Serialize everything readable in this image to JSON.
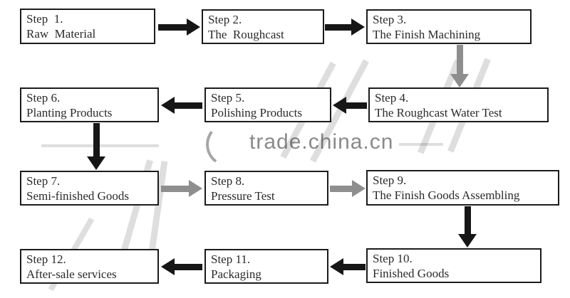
{
  "watermark": {
    "text": "trade.china.cn",
    "color": "#8a8a8a"
  },
  "steps": [
    {
      "title": "Step  1.",
      "label": "Raw  Material"
    },
    {
      "title": "Step 2.",
      "label": "The  Roughcast"
    },
    {
      "title": "Step 3.",
      "label": "The Finish Machining"
    },
    {
      "title": "Step 4.",
      "label": "The Roughcast Water Test"
    },
    {
      "title": "Step 5.",
      "label": "Polishing Products"
    },
    {
      "title": "Step 6.",
      "label": "Planting Products"
    },
    {
      "title": "Step 7.",
      "label": "Semi-finished Goods"
    },
    {
      "title": "Step 8.",
      "label": "Pressure Test"
    },
    {
      "title": "Step 9.",
      "label": "The Finish Goods Assembling"
    },
    {
      "title": "Step 10.",
      "label": "Finished Goods"
    },
    {
      "title": "Step 11.",
      "label": "Packaging"
    },
    {
      "title": "Step 12.",
      "label": "After-sale services"
    }
  ],
  "colors": {
    "box_border": "#1c1c1c",
    "arrow_black": "#161616",
    "arrow_gray": "#8e8e8e",
    "text": "#2a2a2a",
    "watermark": "#8a8a8a"
  }
}
